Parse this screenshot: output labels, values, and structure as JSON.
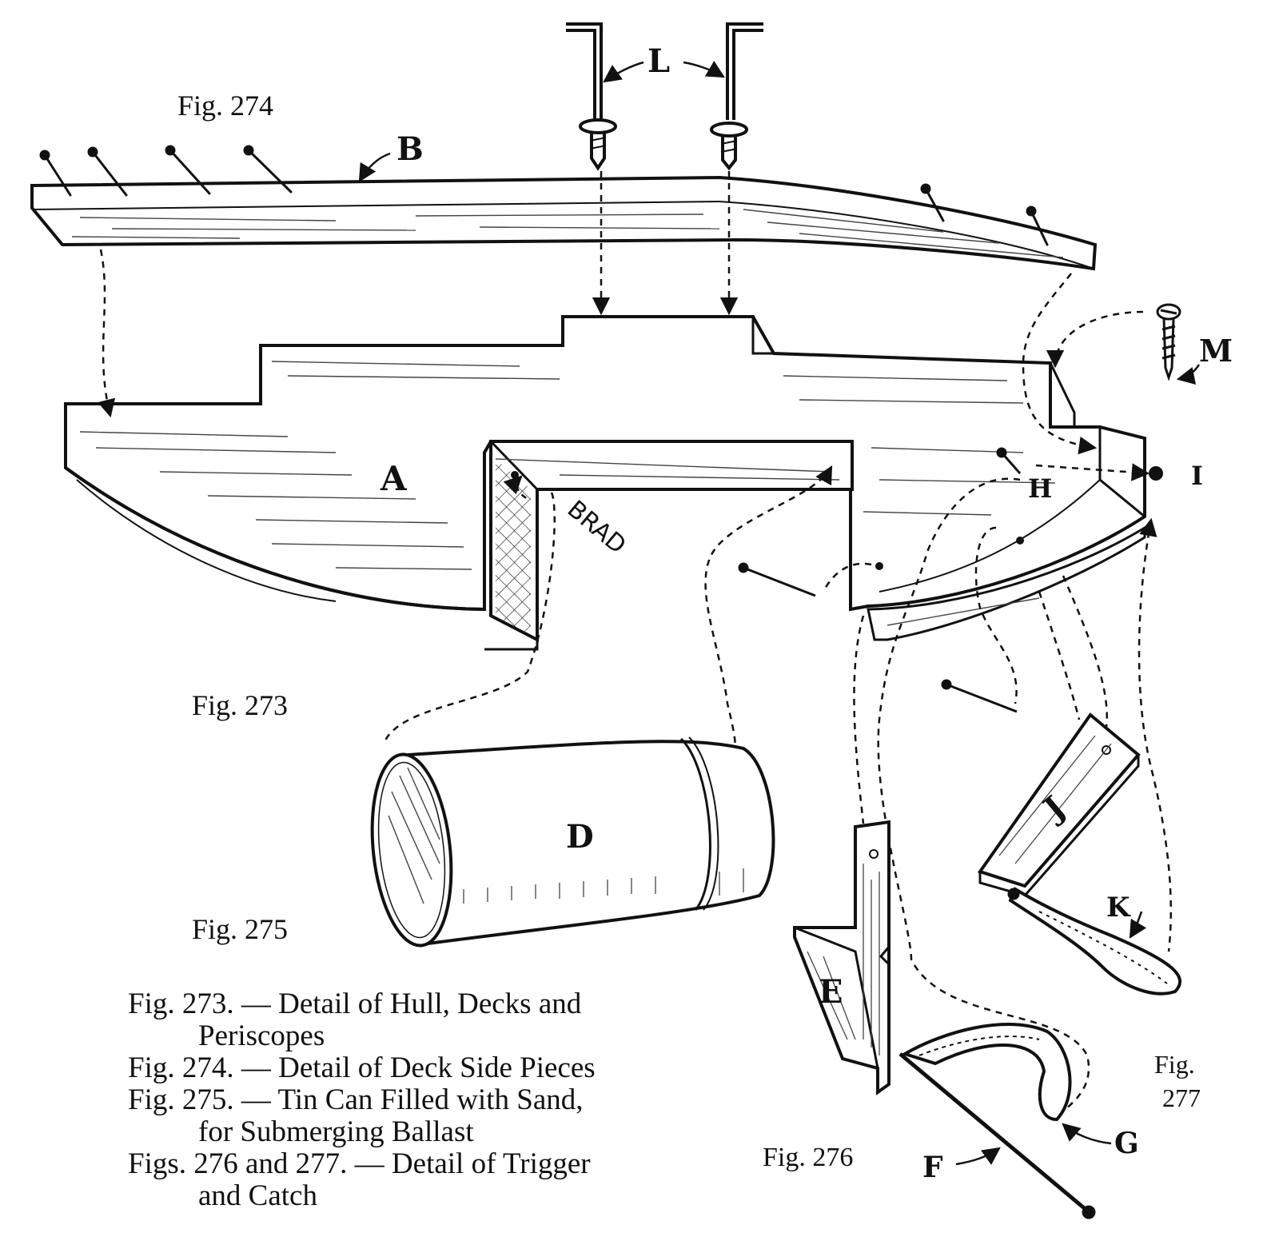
{
  "figure_labels": {
    "fig273": "Fig. 273",
    "fig274": "Fig. 274",
    "fig275": "Fig. 275",
    "fig276": "Fig. 276",
    "fig277_a": "Fig.",
    "fig277_b": "277"
  },
  "part_labels": {
    "A": "A",
    "B": "B",
    "D": "D",
    "E": "E",
    "F": "F",
    "G": "G",
    "H": "H",
    "I": "I",
    "J": "J",
    "K": "K",
    "L": "L",
    "M": "M",
    "brad": "BRAD"
  },
  "captions": [
    {
      "line1": "Fig. 273. — Detail of Hull, Decks and",
      "line2": "Periscopes"
    },
    {
      "line1": "Fig. 274. — Detail of Deck Side Pieces",
      "line2": ""
    },
    {
      "line1": "Fig. 275. — Tin Can Filled with Sand,",
      "line2": "for Submerging Ballast"
    },
    {
      "line1": "Figs. 276 and 277. — Detail of Trigger",
      "line2": "and Catch"
    }
  ]
}
